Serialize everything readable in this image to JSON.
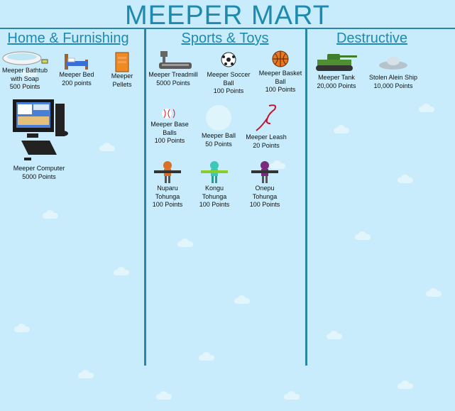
{
  "title": "MEEPER MART",
  "categories": {
    "home": {
      "label": "Home & Furnishing",
      "items": [
        {
          "name": "Meeper Bathtub with Soap",
          "price": "500 Points"
        },
        {
          "name": "Meeper Bed",
          "price": "200 points"
        },
        {
          "name": "Meeper Pellets",
          "price": ""
        },
        {
          "name": "Meeper Computer",
          "price": "5000 Points"
        }
      ]
    },
    "sports": {
      "label": "Sports & Toys",
      "items": [
        {
          "name": "Meeper Treadmill",
          "price": "5000 Points"
        },
        {
          "name": "Meeper Soccer Ball",
          "price": "100 Points"
        },
        {
          "name": "Meeper Basket Ball",
          "price": "100 Points"
        },
        {
          "name": "Meeper Base Balls",
          "price": "100 Points"
        },
        {
          "name": "Meeper Ball",
          "price": "50 Points"
        },
        {
          "name": "Meeper Leash",
          "price": "20 Points"
        },
        {
          "name": "Nuparu Tohunga",
          "price": "100 Points"
        },
        {
          "name": "Kongu Tohunga",
          "price": "100 Points"
        },
        {
          "name": "Onepu Tohunga",
          "price": "100 Points"
        }
      ]
    },
    "destructive": {
      "label": "Destructive",
      "items": [
        {
          "name": "Meeper Tank",
          "price": "20,000 Points"
        },
        {
          "name": "Stolen Alein Ship",
          "price": "10,000 Points"
        }
      ]
    }
  },
  "colors": {
    "heading": "#1e8ab0",
    "divider": "#2a86a8",
    "sky": "#c8ecfb"
  }
}
